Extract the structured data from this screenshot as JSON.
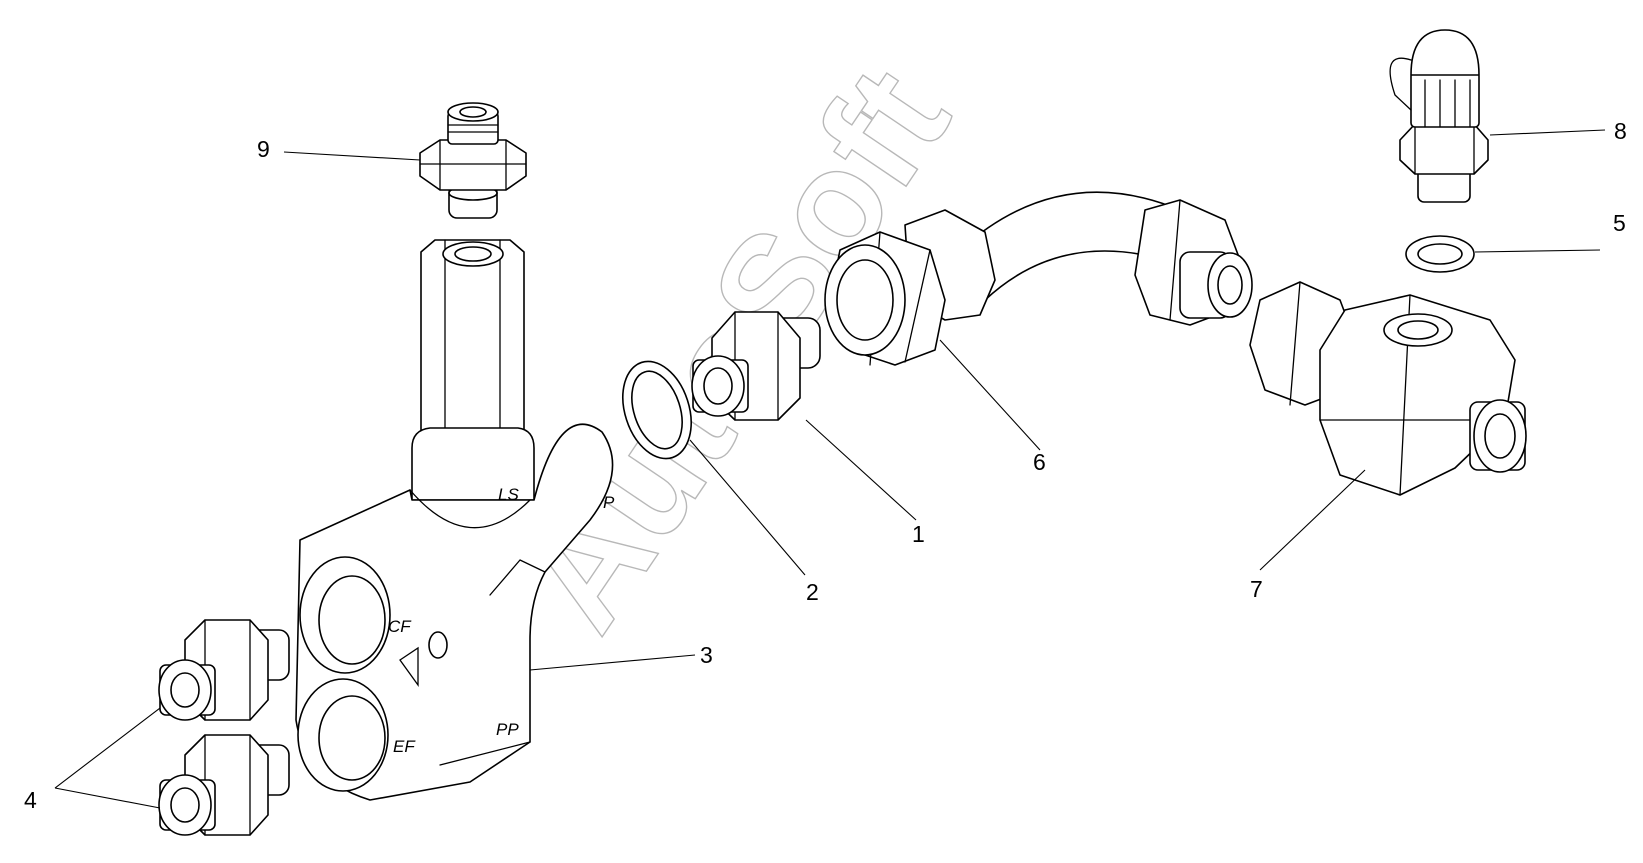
{
  "callouts": [
    "1",
    "2",
    "3",
    "4",
    "5",
    "6",
    "7",
    "8",
    "9"
  ],
  "port_marks": {
    "ls": "LS",
    "p": "P",
    "cf": "CF",
    "ef": "EF",
    "pp": "PP"
  },
  "watermark": "AutoSoft"
}
